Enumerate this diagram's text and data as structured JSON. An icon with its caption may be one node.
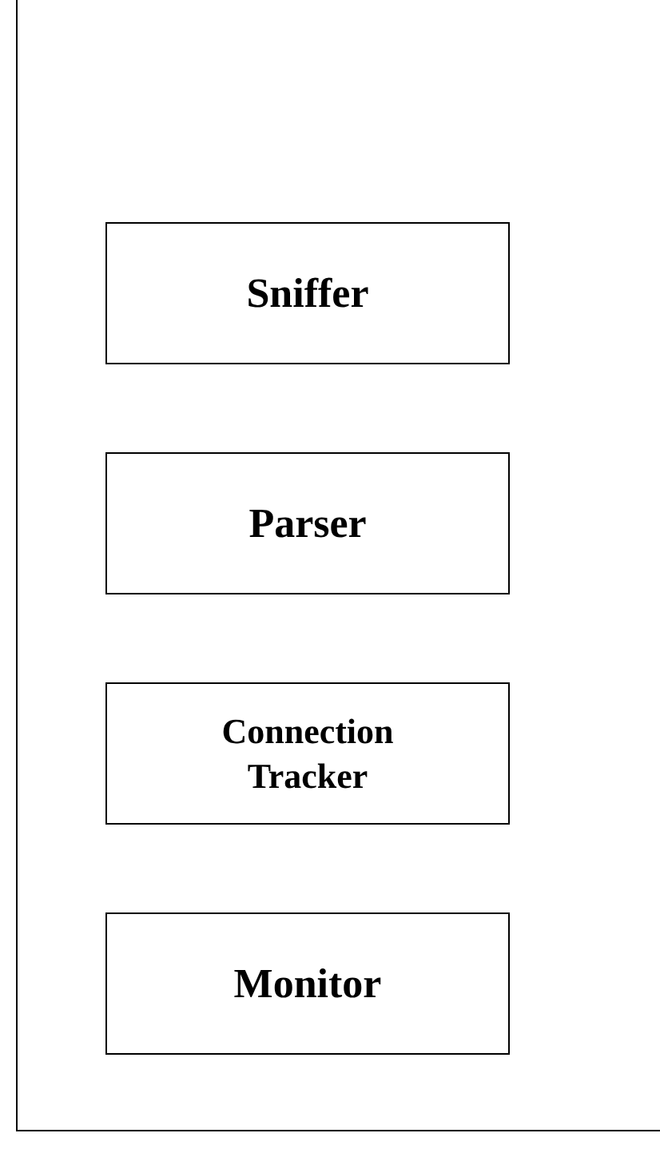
{
  "diagram": {
    "nodes": [
      {
        "text": [],
        "shape": "box"
      },
      {
        "text": [
          "Sniffer"
        ],
        "in": 0
      },
      {
        "text": [
          "Parser"
        ],
        "in": 0
      },
      {
        "text": [
          "Connection Tracker"
        ],
        "in": 0
      },
      {
        "text": [
          "Monitor"
        ],
        "in": 0
      }
    ]
  }
}
